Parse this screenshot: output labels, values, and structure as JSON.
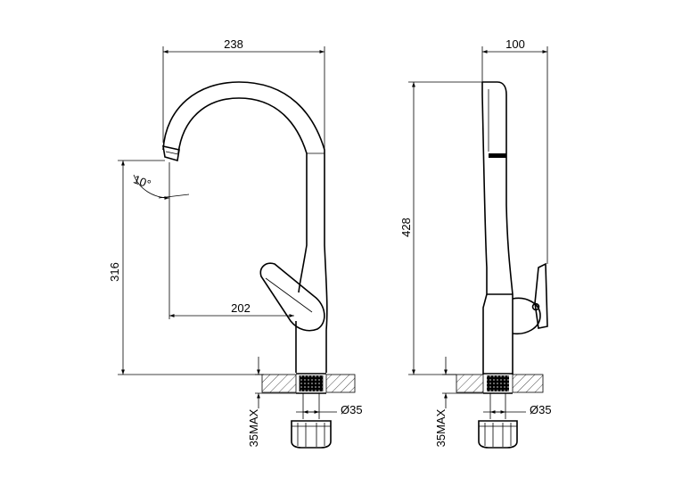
{
  "dimensions": {
    "spout_reach_width": "238",
    "body_depth_width": "100",
    "spout_height": "316",
    "total_height": "428",
    "handle_reach": "202",
    "spout_angle": "10°",
    "hole_diameter_front": "Ø35",
    "hole_diameter_side": "Ø35",
    "max_deck_thickness_front": "35MAX",
    "max_deck_thickness_side": "35MAX"
  }
}
